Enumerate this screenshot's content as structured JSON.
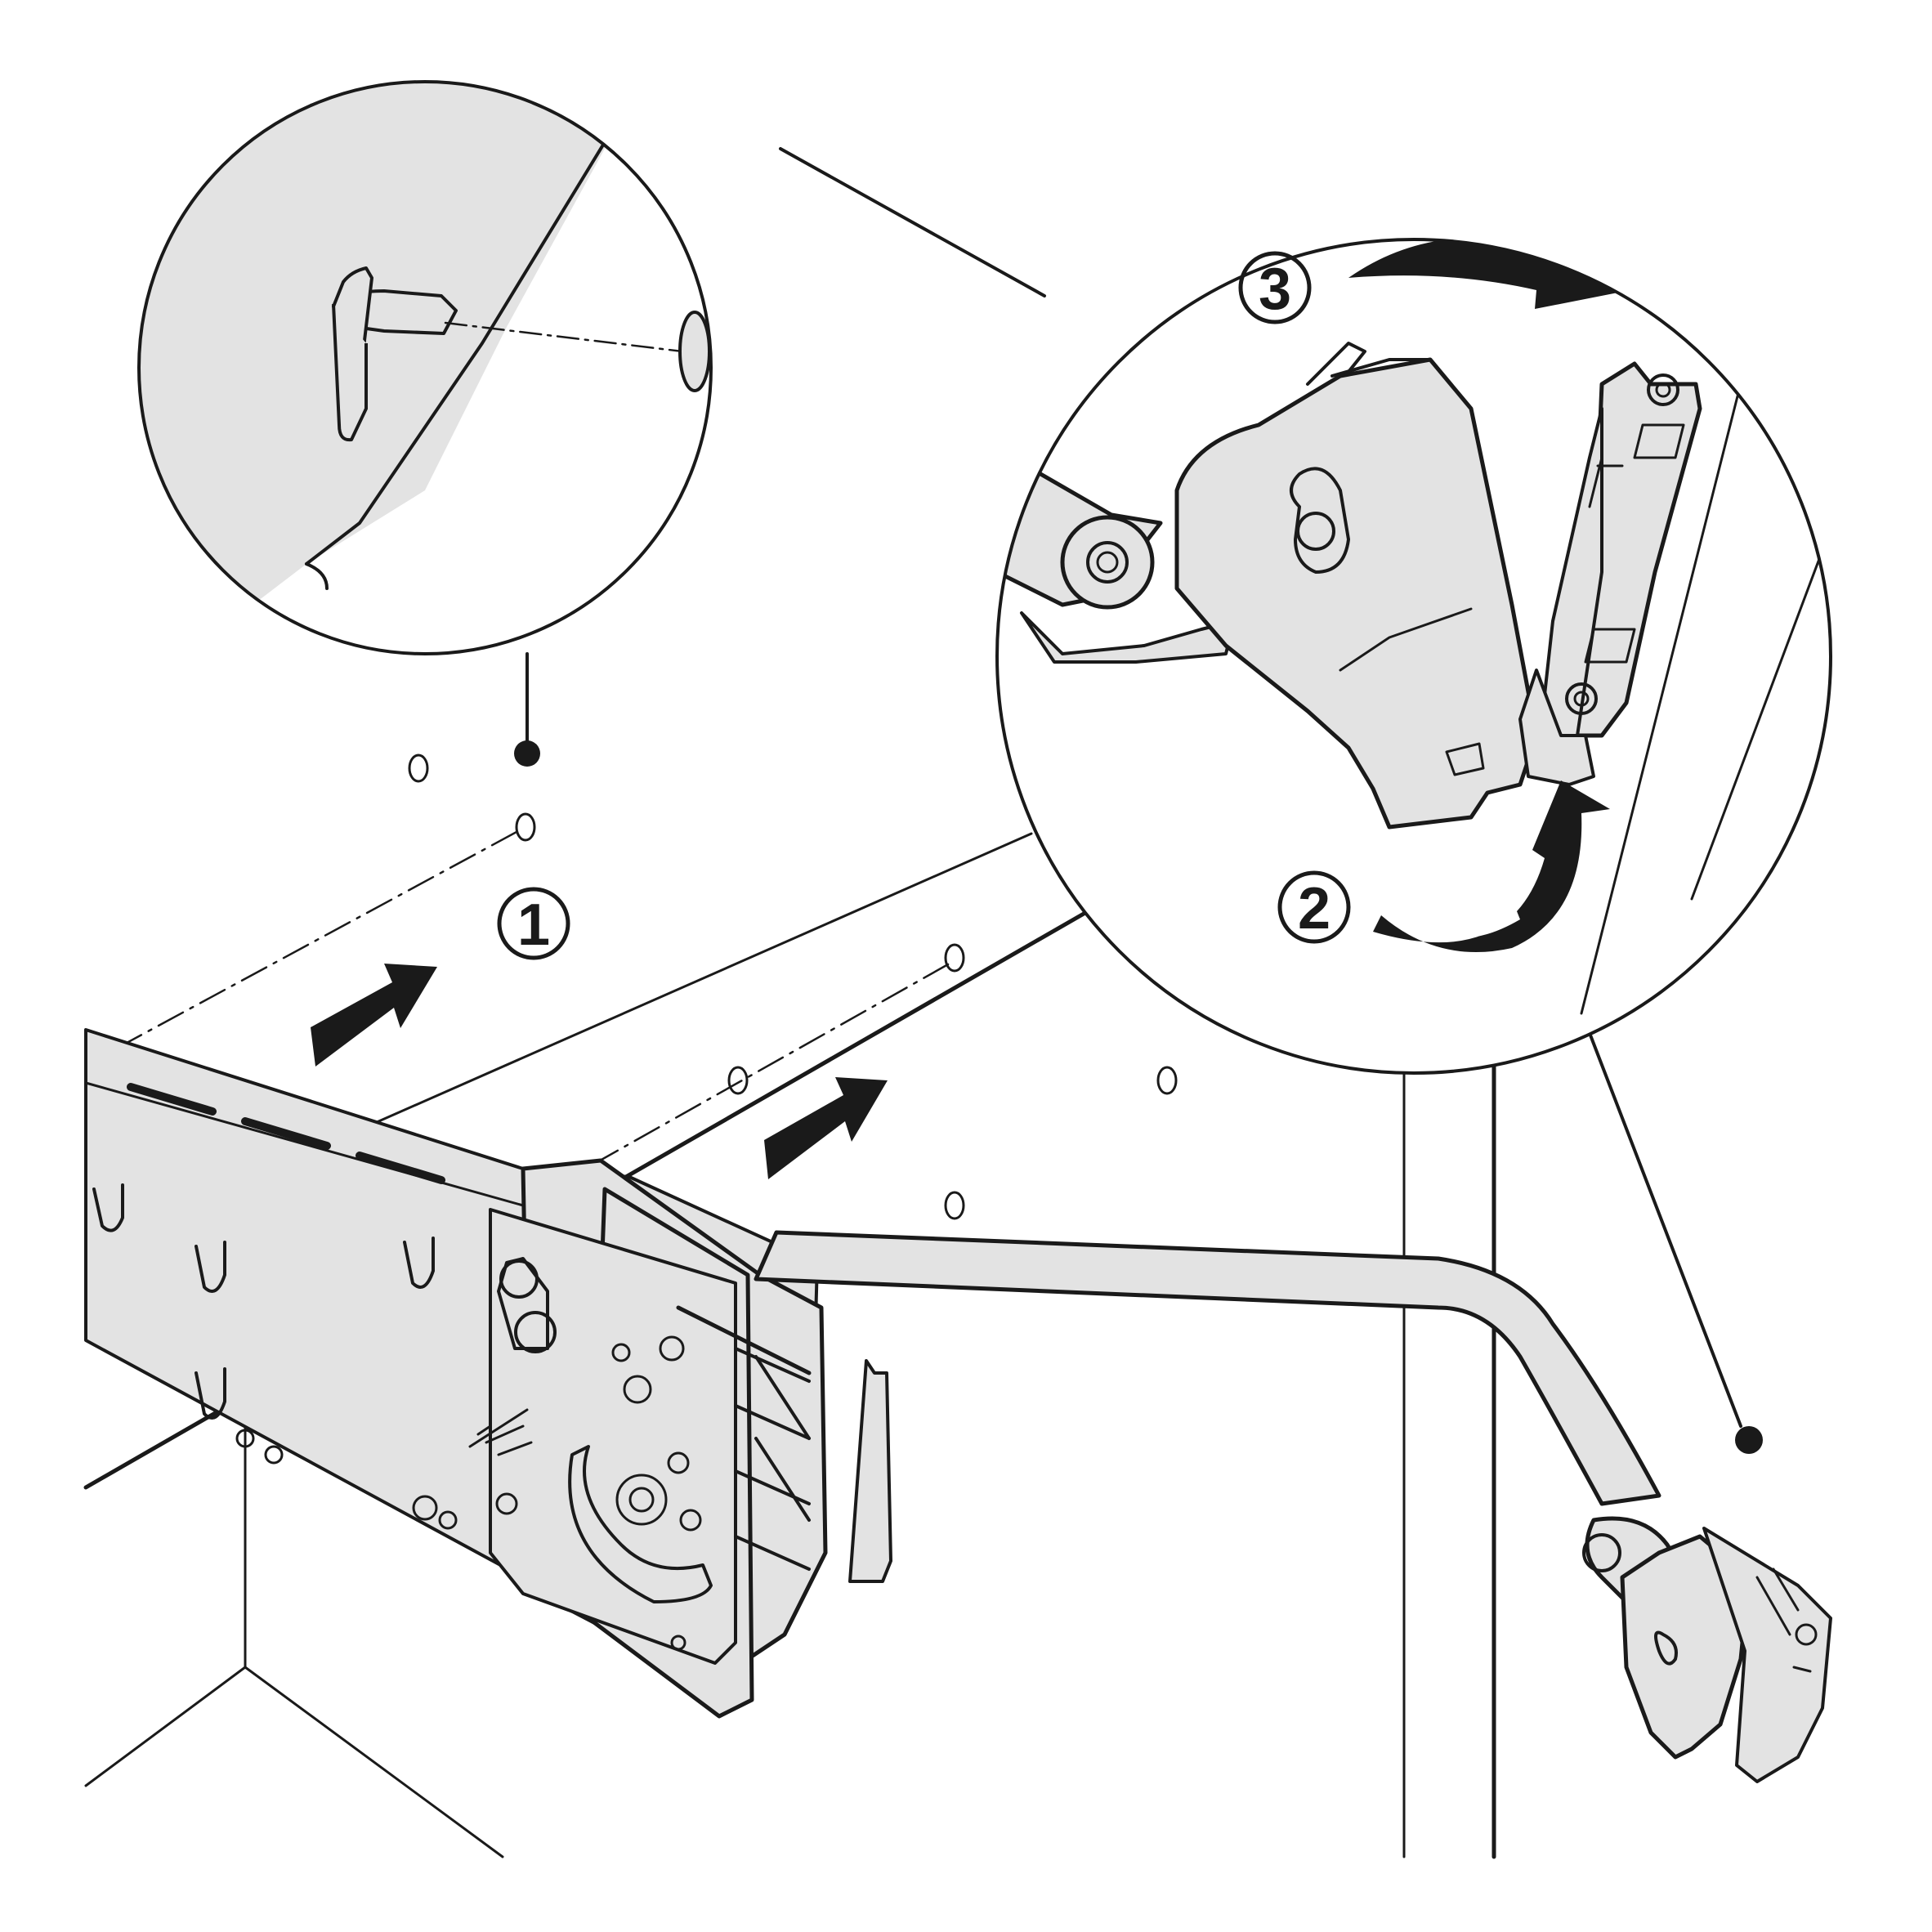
{
  "diagram": {
    "steps": [
      {
        "id": "step-1",
        "label": "1"
      },
      {
        "id": "step-2",
        "label": "2"
      },
      {
        "id": "step-3",
        "label": "3"
      }
    ],
    "colors": {
      "line": "#1a1a1a",
      "part_fill": "#e3e3e3",
      "arrow_fill": "#1a1a1a",
      "background": "#ffffff"
    },
    "icons": [
      "push-arrow-icon",
      "rotate-arrow-icon",
      "detail-callout",
      "pin-hole"
    ]
  }
}
